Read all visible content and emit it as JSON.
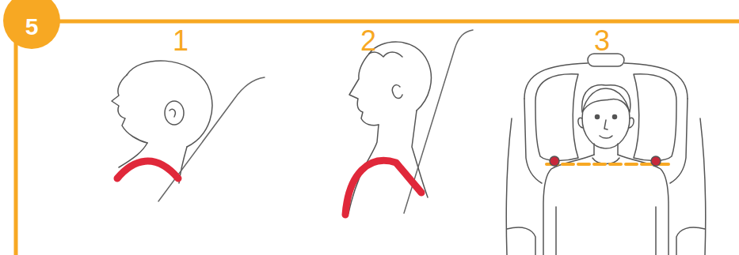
{
  "diagram": {
    "nodes": [
      {
        "text": [
          "5"
        ]
      }
    ],
    "labels": [
      "1",
      "2",
      "3"
    ]
  }
}
